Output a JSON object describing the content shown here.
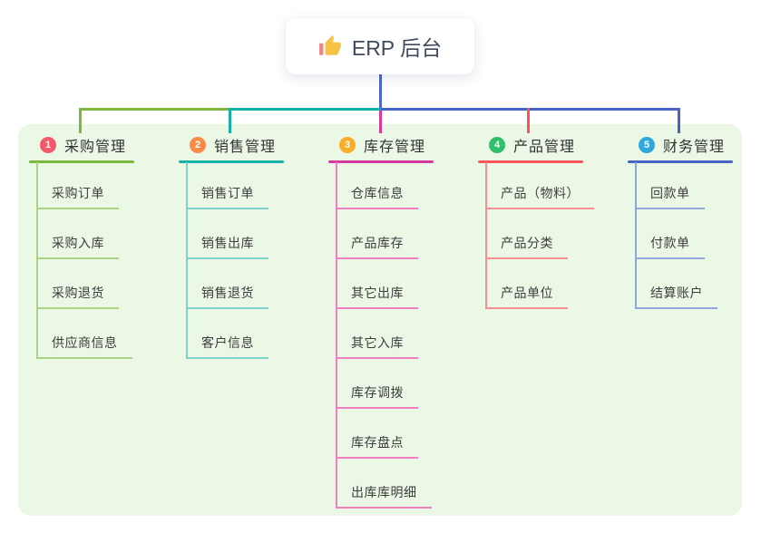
{
  "root": {
    "title": "ERP 后台",
    "icon": "thumbs-up-icon"
  },
  "canvas": {
    "background": "#ffffff",
    "panel_background": "#ecf8e6",
    "root_connector_color": "#4b66cc"
  },
  "branches": [
    {
      "number": "1",
      "label": "采购管理",
      "colors": {
        "main": "#7db83d",
        "light": "#a9d486",
        "badge": "#f4586b"
      },
      "children": [
        "采购订单",
        "采购入库",
        "采购退货",
        "供应商信息"
      ]
    },
    {
      "number": "2",
      "label": "销售管理",
      "colors": {
        "main": "#13b1a8",
        "light": "#7fd2ca",
        "badge": "#f88b4a"
      },
      "children": [
        "销售订单",
        "销售出库",
        "销售退货",
        "客户信息"
      ]
    },
    {
      "number": "3",
      "label": "库存管理",
      "colors": {
        "main": "#d63aa2",
        "light": "#f07ec0",
        "badge": "#f7ae29"
      },
      "children": [
        "仓库信息",
        "产品库存",
        "其它出库",
        "其它入库",
        "库存调拨",
        "库存盘点",
        "出库库明细"
      ]
    },
    {
      "number": "4",
      "label": "产品管理",
      "colors": {
        "main": "#f8545b",
        "light": "#f98f93",
        "badge": "#30bf6a"
      },
      "children": [
        "产品（物料）",
        "产品分类",
        "产品单位"
      ]
    },
    {
      "number": "5",
      "label": "财务管理",
      "colors": {
        "main": "#4663c8",
        "light": "#93a6dc",
        "badge": "#2fa8dd"
      },
      "children": [
        "回款单",
        "付款单",
        "结算账户"
      ]
    }
  ]
}
